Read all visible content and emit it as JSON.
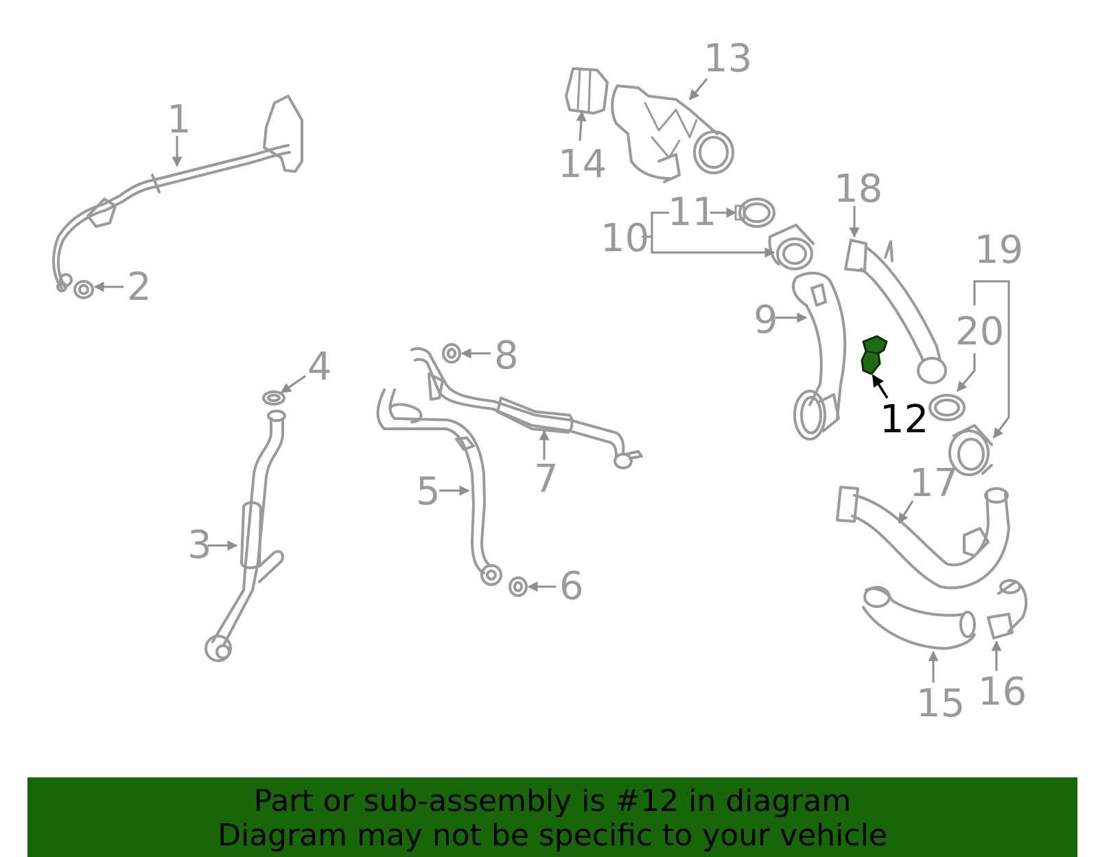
{
  "callouts": {
    "c1": "1",
    "c2": "2",
    "c3": "3",
    "c4": "4",
    "c5": "5",
    "c6": "6",
    "c7": "7",
    "c8": "8",
    "c9": "9",
    "c10": "10",
    "c11": "11",
    "c12": "12",
    "c13": "13",
    "c14": "14",
    "c15": "15",
    "c16": "16",
    "c17": "17",
    "c18": "18",
    "c19": "19",
    "c20": "20"
  },
  "highlight": {
    "part_number": "12",
    "color": "#1f6b12"
  },
  "footer": {
    "line1": "Part or sub-assembly is #12 in diagram",
    "line2": "Diagram may not be specific to your vehicle",
    "background": "#176608"
  },
  "colors": {
    "linework": "#9a9a9a",
    "highlight_label": "#000000"
  }
}
